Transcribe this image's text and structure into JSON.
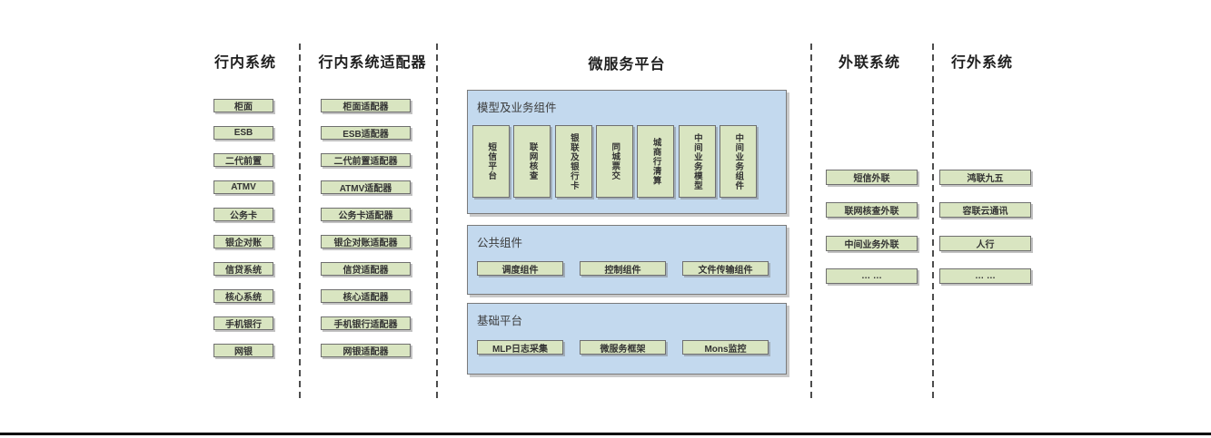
{
  "columns": [
    {
      "title": "行内系统",
      "items": [
        "柜面",
        "ESB",
        "二代前置",
        "ATMV",
        "公务卡",
        "银企对账",
        "信贷系统",
        "核心系统",
        "手机银行",
        "网银"
      ]
    },
    {
      "title": "行内系统适配器",
      "items": [
        "柜面适配器",
        "ESB适配器",
        "二代前置适配器",
        "ATMV适配器",
        "公务卡适配器",
        "银企对账适配器",
        "信贷适配器",
        "核心适配器",
        "手机银行适配器",
        "网银适配器"
      ]
    },
    {
      "title": "微服务平台"
    },
    {
      "title": "外联系统",
      "items": [
        "短信外联",
        "联网核查外联",
        "中间业务外联",
        "… …"
      ]
    },
    {
      "title": "行外系统",
      "items": [
        "鸿联九五",
        "容联云通讯",
        "人行",
        "… …"
      ]
    }
  ],
  "platform": {
    "groups": [
      {
        "label": "模型及业务组件",
        "orientation": "vertical",
        "items": [
          "短信平台",
          "联网核查",
          "银联及银行卡",
          "同城票交",
          "城商行清算",
          "中间业务模型",
          "中间业务组件"
        ]
      },
      {
        "label": "公共组件",
        "items": [
          "调度组件",
          "控制组件",
          "文件传输组件"
        ]
      },
      {
        "label": "基础平台",
        "items": [
          "MLP日志采集",
          "微服务框架",
          "Mons监控"
        ]
      }
    ]
  },
  "colors": {
    "node_fill": "#d9e5c1",
    "node_border": "#6f6f6f",
    "group_fill": "#c3d9ee",
    "group_border": "#7a7a7a",
    "divider": "#4d4d4d",
    "text": "#333333"
  }
}
